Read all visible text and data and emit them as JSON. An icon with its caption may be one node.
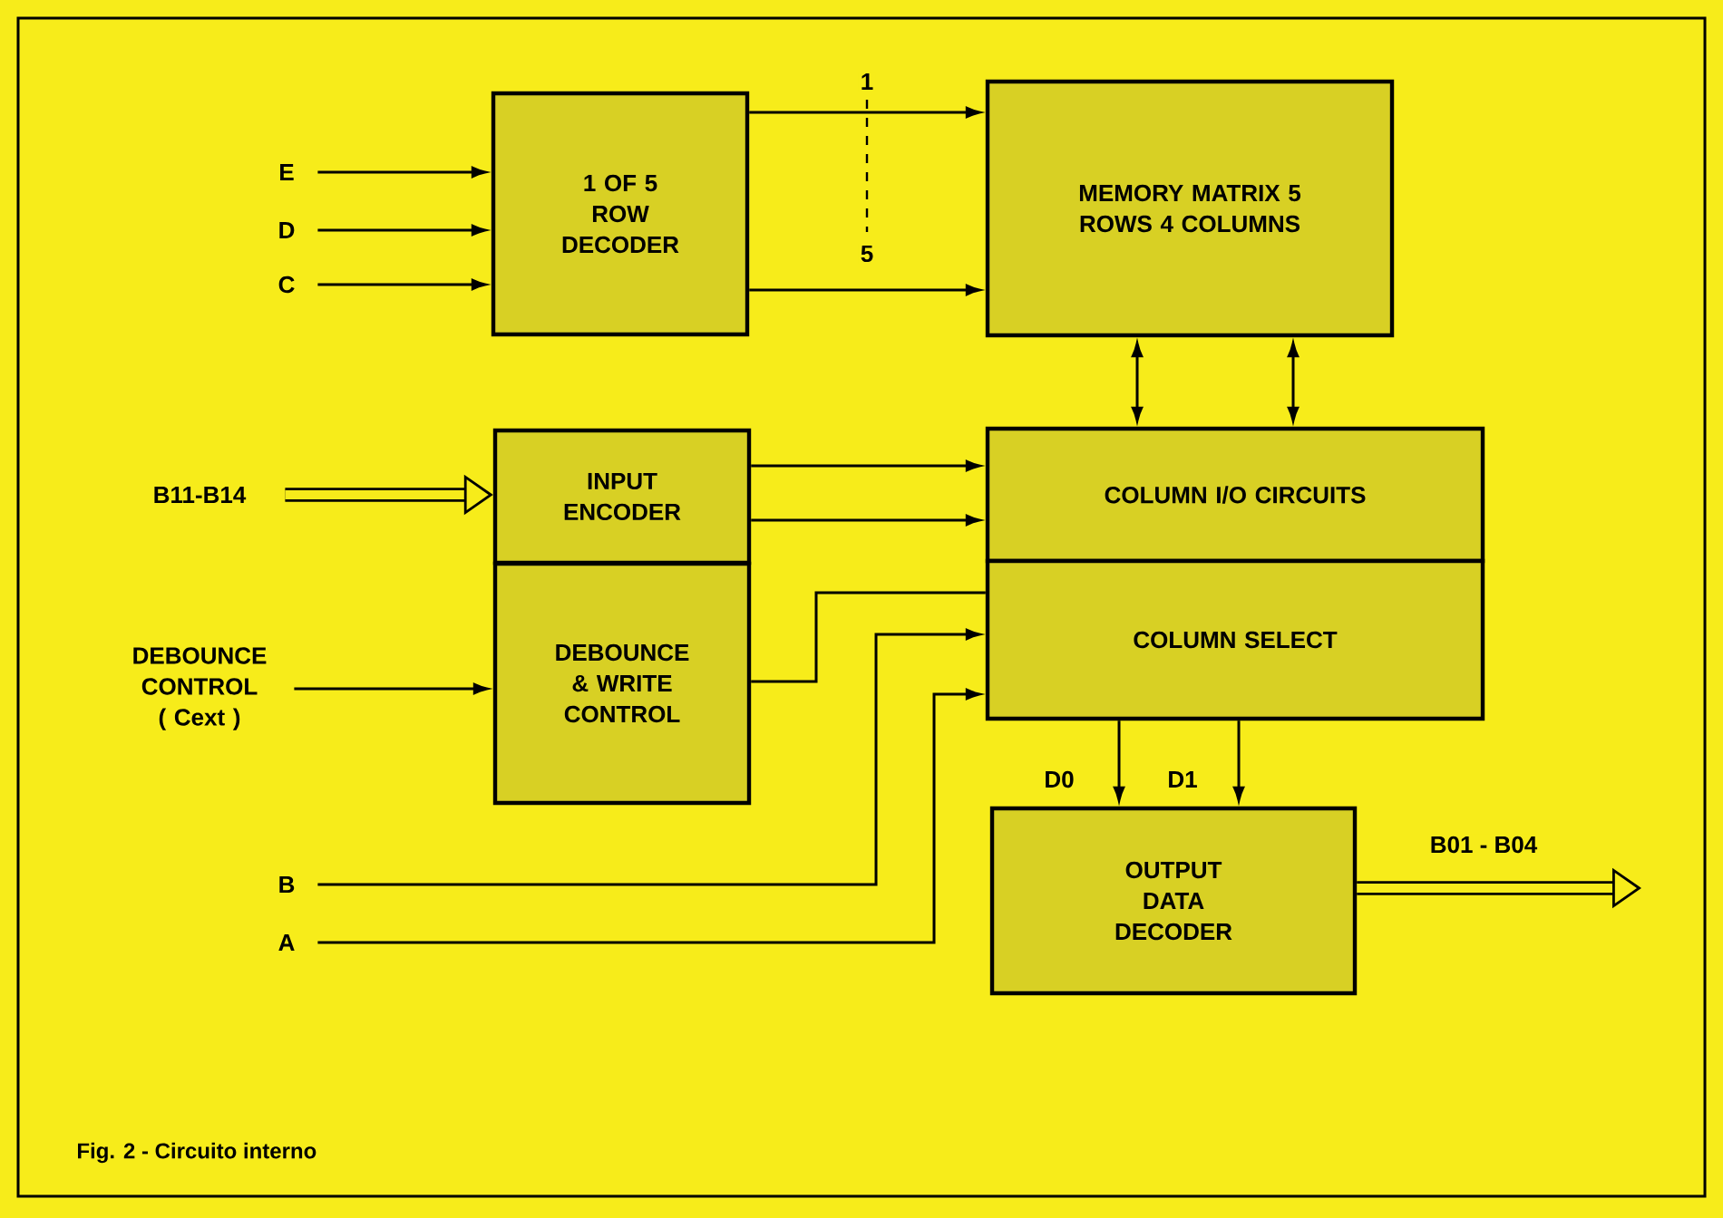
{
  "diagram": {
    "caption": "Fig. 2 - Circuito interno",
    "nodes": [
      {
        "text": [
          "1 OF 5 ROW DECODER"
        ]
      },
      {
        "text": [
          "MEMORY MATRIX 5 ROWS 4 COLUMNS"
        ]
      },
      {
        "text": [
          "INPUT ENCODER"
        ]
      },
      {
        "text": [
          "DEBOUNCE & WRITE CONTROL"
        ]
      },
      {
        "text": [
          "COLUMN I/O CIRCUITS"
        ]
      },
      {
        "text": [
          "COLUMN SELECT"
        ]
      },
      {
        "text": [
          "OUTPUT DATA DECODER"
        ]
      },
      {
        "text": [
          "E"
        ]
      },
      {
        "text": [
          "D"
        ]
      },
      {
        "text": [
          "C"
        ]
      },
      {
        "text": [
          "B11-B14"
        ]
      },
      {
        "text": [
          "DEBOUNCE CONTROL ( Cext )"
        ]
      },
      {
        "text": [
          "B"
        ]
      },
      {
        "text": [
          "A"
        ]
      }
    ],
    "edges": [
      {
        "from": 7,
        "to": 0,
        "arrow": "to"
      },
      {
        "from": 8,
        "to": 0,
        "arrow": "to"
      },
      {
        "from": 9,
        "to": 0,
        "arrow": "to"
      },
      {
        "from": 0,
        "to": 1,
        "arrow": "to",
        "label": "1"
      },
      {
        "from": 0,
        "to": 1,
        "arrow": "to",
        "label": "5"
      },
      {
        "from": 1,
        "to": 4,
        "arrow": "both"
      },
      {
        "from": 1,
        "to": 4,
        "arrow": "both"
      },
      {
        "from": 10,
        "to": 2,
        "arrow": "to",
        "style": "thick"
      },
      {
        "from": 2,
        "to": 4,
        "arrow": "to"
      },
      {
        "from": 2,
        "to": 4,
        "arrow": "to"
      },
      {
        "from": 11,
        "to": 3,
        "arrow": "to"
      },
      {
        "from": 3,
        "to": 5,
        "arrow": "none"
      },
      {
        "from": 12,
        "to": 5,
        "arrow": "to"
      },
      {
        "from": 13,
        "to": 5,
        "arrow": "to"
      },
      {
        "from": 5,
        "to": 6,
        "arrow": "to",
        "label": "D0"
      },
      {
        "from": 5,
        "to": 6,
        "arrow": "to",
        "label": "D1"
      },
      {
        "from": 6,
        "to": null,
        "arrow": "to",
        "label": "B01 - B04",
        "style": "thick"
      }
    ]
  }
}
